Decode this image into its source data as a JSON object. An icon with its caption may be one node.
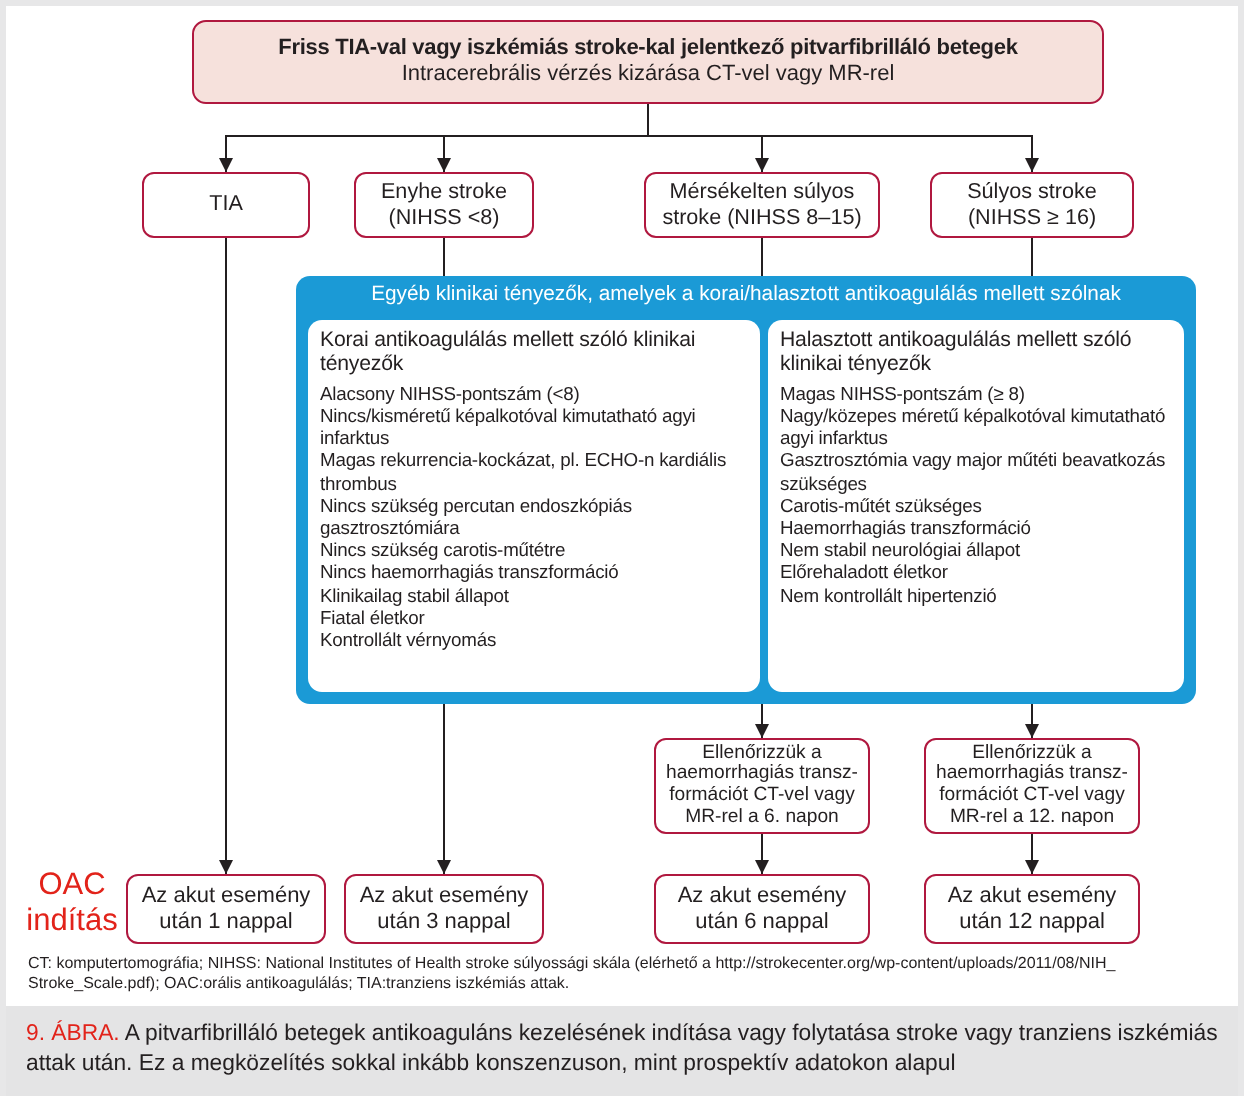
{
  "diagram": {
    "nodes": [
      {
        "text": [
          "Friss TIA-val vagy iszkémiás stroke-kal jelentkező pitvarfibrilláló betegek",
          "Intracerebrális vérzés kizárása CT-vel vagy MR-rel"
        ]
      },
      {
        "text": [
          "TIA"
        ]
      },
      {
        "text": [
          "Enyhe stroke (NIHSS <8)"
        ]
      },
      {
        "text": [
          "Mérsékelten súlyos stroke (NIHSS 8–15)"
        ]
      },
      {
        "text": [
          "Súlyos stroke (NIHSS ≥ 16)"
        ]
      },
      {
        "text": [
          "Egyéb klinikai tényezők, amelyek a korai/halasztott antikoagulálás mellett szólnak"
        ]
      },
      {
        "text": [
          "Korai antikoagulálás mellett szóló klinikai tényezők",
          "Alacsony NIHSS-pontszám (<8)",
          "Nincs/kisméretű képalkotóval kimutatható agyi infarktus",
          "Magas rekurrencia-kockázat, pl. ECHO-n kardiális thrombus",
          "Nincs szükség percutan endoszkópiás gasztrosztómiára",
          "Nincs szükség carotis-műtétre",
          "Nincs haemorrhagiás transzformáció",
          "Klinikailag stabil állapot",
          "Fiatal életkor",
          "Kontrollált vérnyomás"
        ],
        "in": 5
      },
      {
        "text": [
          "Halasztott antikoagulálás mellett szóló klinikai tényezők",
          "Magas NIHSS-pontszám (≥ 8)",
          "Nagy/közepes méretű képalkotóval kimutatható agyi infarktus",
          "Gasztrosztómia vagy major műtéti beavatkozás szükséges",
          "Carotis-műtét szükséges",
          "Haemorrhagiás transzformáció",
          "Nem stabil neurológiai állapot",
          "Előrehaladott életkor",
          "Nem kontrollált hipertenzió"
        ],
        "in": 5
      },
      {
        "text": [
          "Ellenőrizzük a haemorrhagiás transz-formációt CT-vel vagy MR-rel a 6. napon"
        ]
      },
      {
        "text": [
          "Ellenőrizzük a haemorrhagiás transz-formációt CT-vel vagy MR-rel a 12. napon"
        ]
      },
      {
        "text": [
          "Az akut esemény után 1 nappal"
        ]
      },
      {
        "text": [
          "Az akut esemény után 3 nappal"
        ]
      },
      {
        "text": [
          "Az akut esemény után 6 nappal"
        ]
      },
      {
        "text": [
          "Az akut esemény után 12 nappal"
        ]
      }
    ],
    "edges": [
      {
        "from": 0,
        "to": 1,
        "arrow": "to"
      },
      {
        "from": 0,
        "to": 2,
        "arrow": "to"
      },
      {
        "from": 0,
        "to": 3,
        "arrow": "to"
      },
      {
        "from": 0,
        "to": 4,
        "arrow": "to"
      },
      {
        "from": 1,
        "to": 10,
        "arrow": "to"
      },
      {
        "from": 2,
        "to": 5,
        "arrow": "none"
      },
      {
        "from": 3,
        "to": 5,
        "arrow": "none"
      },
      {
        "from": 4,
        "to": 5,
        "arrow": "none"
      },
      {
        "from": 5,
        "to": 11,
        "arrow": "to"
      },
      {
        "from": 5,
        "to": 8,
        "arrow": "to"
      },
      {
        "from": 5,
        "to": 9,
        "arrow": "to"
      },
      {
        "from": 8,
        "to": 12,
        "arrow": "to"
      },
      {
        "from": 9,
        "to": 13,
        "arrow": "to"
      }
    ],
    "labels": [
      "OAC indítás",
      "CT: komputertomográfia; NIHSS: National Institutes of Health stroke súlyossági skála (elérhető a http://strokecenter.org/wp-content/uploads/2011/08/NIH_ Stroke_Scale.pdf); OAC:orális antikoagulálás; TIA:tranziens iszkémiás attak."
    ],
    "caption": "**9. ÁBRA.** A pitvarfibrilláló betegek antikoaguláns kezelésének indítása vagy folytatása stroke vagy tranziens iszkémiás attak után. Ez a megközelítés sokkal inkább konszenzuson, mint prospektív adatokon alapul"
  }
}
